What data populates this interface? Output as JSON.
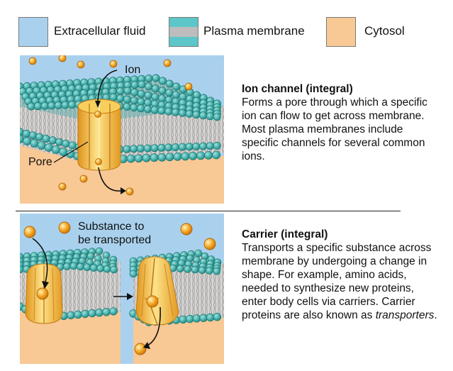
{
  "legend": {
    "extracellular_fluid": "Extracellular fluid",
    "plasma_membrane": "Plasma membrane",
    "cytosol": "Cytosol"
  },
  "colors": {
    "extracellular": "#a9d1ee",
    "cytosol": "#f8c895",
    "lipid_head": "#2aa7a3",
    "protein": "#f4b43a",
    "ion": "#f1a321"
  },
  "ion_channel": {
    "label_ion": "Ion",
    "label_pore": "Pore",
    "title": "Ion channel (integral)",
    "description": "Forms a pore through which a specific ion can flow to get across membrane. Most plasma membranes include specific channels for several common ions."
  },
  "carrier": {
    "label_substance_line1": "Substance to",
    "label_substance_line2": "be transported",
    "title": "Carrier (integral)",
    "description_before_em": "Transports a specific substance across membrane by undergoing a change in shape. For example, amino acids, needed to synthesize new proteins, enter body cells via carriers. Carrier proteins are also known as ",
    "description_em": "transporters",
    "description_after_em": "."
  }
}
